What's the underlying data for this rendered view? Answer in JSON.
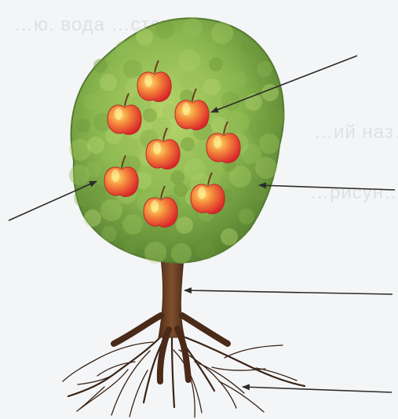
{
  "background_text": {
    "line_1": "…ю. вода   …стение",
    "line_2": "…ий наз…",
    "line_3": "…рисун…"
  },
  "diagram": {
    "subject": "apple tree",
    "parts": [
      "fruit",
      "leaf",
      "crown",
      "trunk",
      "roots"
    ],
    "fruit_count": 8
  },
  "colors": {
    "paper": "#f4f5f6",
    "foliage_dark": "#5f8a36",
    "foliage_light": "#a6c85f",
    "fruit": "#e9342d",
    "fruit_highlight": "#f7e35b",
    "trunk": "#6b3f25",
    "roots": "#3b2418",
    "arrow": "#2c2c2c"
  }
}
